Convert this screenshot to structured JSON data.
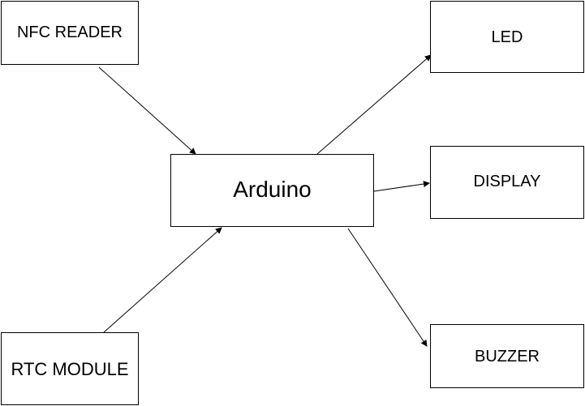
{
  "diagram": {
    "nodes": {
      "nfc_reader": {
        "label": "NFC READER"
      },
      "rtc_module": {
        "label": "RTC MODULE"
      },
      "arduino": {
        "label": "Arduino"
      },
      "led": {
        "label": "LED"
      },
      "display": {
        "label": "DISPLAY"
      },
      "buzzer": {
        "label": "BUZZER"
      }
    },
    "edges": [
      {
        "from": "nfc_reader",
        "to": "arduino"
      },
      {
        "from": "rtc_module",
        "to": "arduino"
      },
      {
        "from": "arduino",
        "to": "led"
      },
      {
        "from": "arduino",
        "to": "display"
      },
      {
        "from": "arduino",
        "to": "buzzer"
      }
    ],
    "colors": {
      "stroke": "#000000",
      "fill": "#ffffff",
      "text": "#000000"
    }
  }
}
